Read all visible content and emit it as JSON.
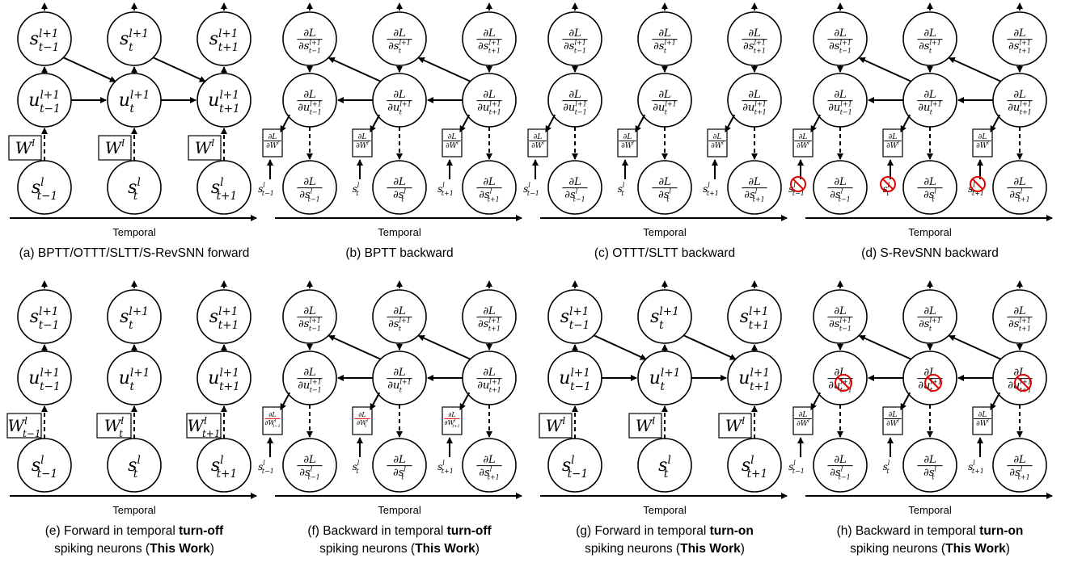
{
  "temporal_label": "Temporal",
  "panels": [
    {
      "id": "a",
      "type": "forward",
      "caption": [
        {
          "t": "(a) BPTT/OTTT/SLTT/S-RevSNN forward",
          "b": false
        }
      ]
    },
    {
      "id": "b",
      "type": "backward",
      "caption": [
        {
          "t": "(b) BPTT backward",
          "b": false
        }
      ]
    },
    {
      "id": "c",
      "type": "backward_nolateral",
      "caption": [
        {
          "t": "(c) OTTT/SLTT backward",
          "b": false
        }
      ]
    },
    {
      "id": "d",
      "type": "backward_nospike",
      "caption": [
        {
          "t": "(d) S-RevSNN backward",
          "b": false
        }
      ]
    },
    {
      "id": "e",
      "type": "forward_off",
      "caption": [
        {
          "t": "(e) Forward in temporal ",
          "b": false
        },
        {
          "t": "turn-off",
          "b": true
        },
        {
          "t": "|spiking neurons (",
          "b": false
        },
        {
          "t": "This Work",
          "b": true
        },
        {
          "t": ")",
          "b": false
        }
      ]
    },
    {
      "id": "f",
      "type": "backward_off",
      "caption": [
        {
          "t": "(f) Backward in temporal ",
          "b": false
        },
        {
          "t": "turn-off",
          "b": true
        },
        {
          "t": "|spiking neurons (",
          "b": false
        },
        {
          "t": "This Work",
          "b": true
        },
        {
          "t": ")",
          "b": false
        }
      ]
    },
    {
      "id": "g",
      "type": "forward",
      "caption": [
        {
          "t": "(g) Forward in temporal ",
          "b": false
        },
        {
          "t": "turn-on",
          "b": true
        },
        {
          "t": "|spiking neurons (",
          "b": false
        },
        {
          "t": "This Work",
          "b": true
        },
        {
          "t": ")",
          "b": false
        }
      ]
    },
    {
      "id": "h",
      "type": "backward_nomem",
      "caption": [
        {
          "t": "(h) Backward in temporal ",
          "b": false
        },
        {
          "t": "turn-on",
          "b": true
        },
        {
          "t": "|spiking neurons (",
          "b": false
        },
        {
          "t": "This Work",
          "b": true
        },
        {
          "t": ")",
          "b": false
        }
      ]
    }
  ],
  "timesteps": [
    {
      "sub": "t−1"
    },
    {
      "sub": "t"
    },
    {
      "sub": "t+1"
    }
  ],
  "symbols": {
    "s_upper_sup": "l+1",
    "u_upper_sup": "l+1",
    "s_lower_sup": "l",
    "weight": "W",
    "weight_sup": "l",
    "loss": "∂L",
    "partial": "∂"
  }
}
